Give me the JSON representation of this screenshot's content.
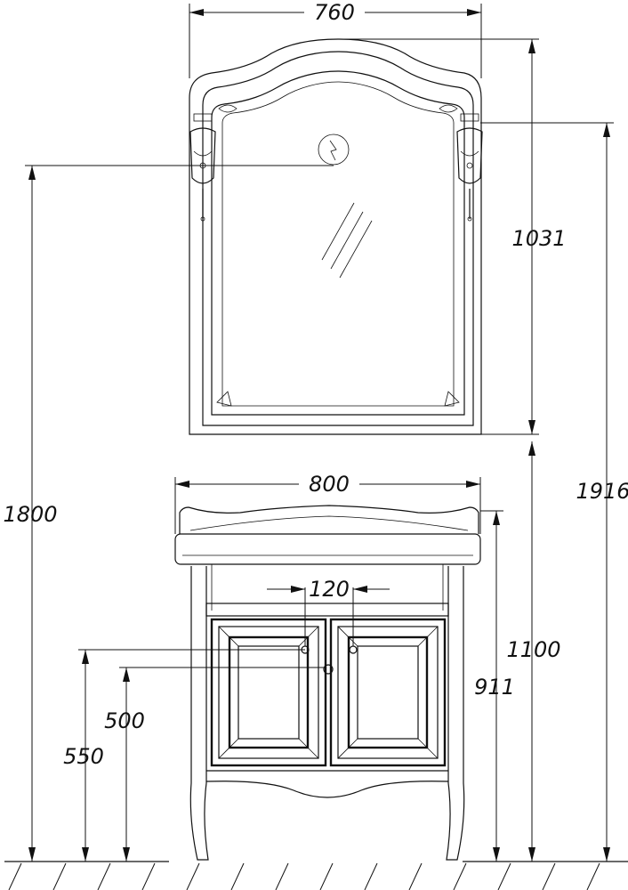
{
  "dimensions": {
    "mirror_width": "760",
    "mirror_height": "1031",
    "light_height": "1800",
    "total_height": "1916",
    "vanity_width": "800",
    "vanity_height": "1100",
    "handle_spacing": "120",
    "counter_height": "911",
    "drain_upper": "550",
    "drain_lower": "500"
  },
  "colors": {
    "ink": "#111111",
    "background": "#ffffff"
  }
}
